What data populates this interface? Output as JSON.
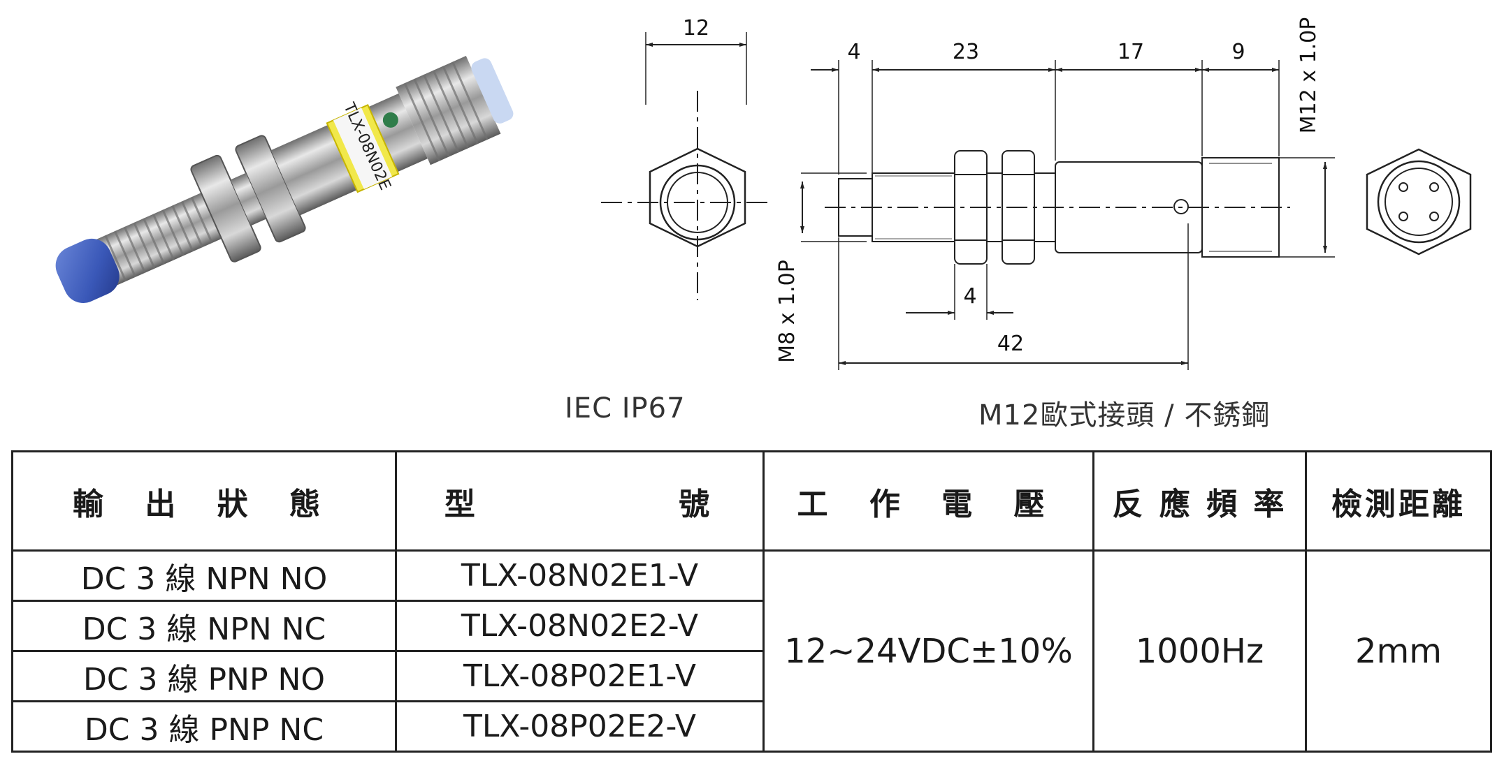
{
  "drawing": {
    "dims": {
      "hex_width": "12",
      "top_a": "4",
      "top_b": "23",
      "top_c": "17",
      "top_d": "9",
      "nut_thickness": "4",
      "total_length": "42",
      "left_thread": "M8 x 1.0P",
      "right_thread": "M12 x 1.0P"
    }
  },
  "photo": {
    "label_text": "TLX-08N02E"
  },
  "captions": {
    "left": "IEC IP67",
    "right": "M12歐式接頭 / 不銹鋼"
  },
  "table": {
    "headers": [
      "輸 出 狀 態",
      "型 號",
      "工 作 電 壓",
      "反 應 頻 率",
      "檢測距離"
    ],
    "rows": [
      {
        "output": "DC 3 線 NPN NO",
        "model": "TLX-08N02E1-V"
      },
      {
        "output": "DC 3 線 NPN NC",
        "model": "TLX-08N02E2-V"
      },
      {
        "output": "DC 3 線 PNP NO",
        "model": "TLX-08P02E1-V"
      },
      {
        "output": "DC 3 線 PNP NC",
        "model": "TLX-08P02E2-V"
      }
    ],
    "voltage": "12~24VDC±10%",
    "frequency": "1000Hz",
    "distance": "2mm"
  }
}
